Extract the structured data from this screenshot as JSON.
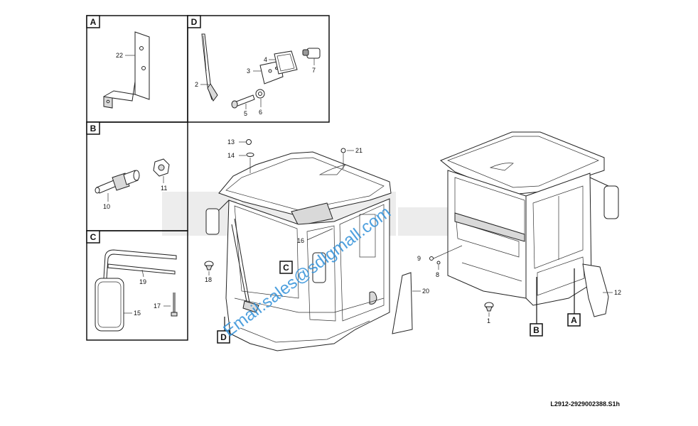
{
  "drawing_ref": "L2912-2929002388.S1h",
  "watermark": {
    "logo_text": "SDL",
    "email_text": "Email:sales@sdlgmall.com"
  },
  "panels": {
    "A": {
      "label": "A",
      "callouts": [
        "22"
      ]
    },
    "B": {
      "label": "B",
      "callouts": [
        "10",
        "11"
      ]
    },
    "C": {
      "label": "C",
      "callouts": [
        "19",
        "15",
        "17"
      ]
    },
    "D": {
      "label": "D",
      "callouts": [
        "4",
        "7",
        "3",
        "2",
        "5",
        "6"
      ]
    }
  },
  "main_callouts": [
    "13",
    "14",
    "21",
    "16",
    "18",
    "20"
  ],
  "right_callouts": [
    "9",
    "8",
    "1",
    "12"
  ],
  "view_markers": {
    "C": "C",
    "D": "D",
    "B": "B",
    "A": "A"
  }
}
